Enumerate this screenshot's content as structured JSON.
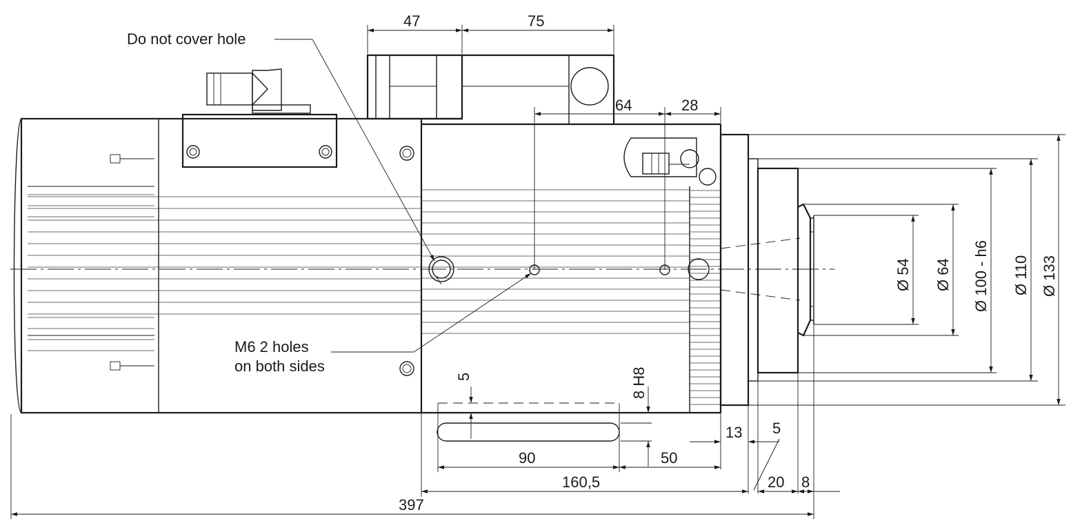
{
  "annotations": {
    "cover_hole": "Do not cover hole",
    "m6_line1": "M6  2 holes",
    "m6_line2": "on both sides"
  },
  "dimensions": {
    "top_left_width": "47",
    "top_right_width": "75",
    "side_64": "64",
    "side_28": "28",
    "dia_54": "Ø 54",
    "dia_64": "Ø 64",
    "dia_100": "Ø 100 - h6",
    "dia_110": "Ø 110",
    "dia_133": "Ø 133",
    "slot_offset": "5",
    "slot_h8": "8 H8",
    "flange_13": "13",
    "flange_5": "5",
    "slot_length": "90",
    "slot_to_end": "50",
    "body_length": "160,5",
    "nose_20": "20",
    "nose_8": "8",
    "overall_length": "397"
  },
  "colors": {
    "line": "#1a1a1a",
    "background": "#ffffff"
  }
}
